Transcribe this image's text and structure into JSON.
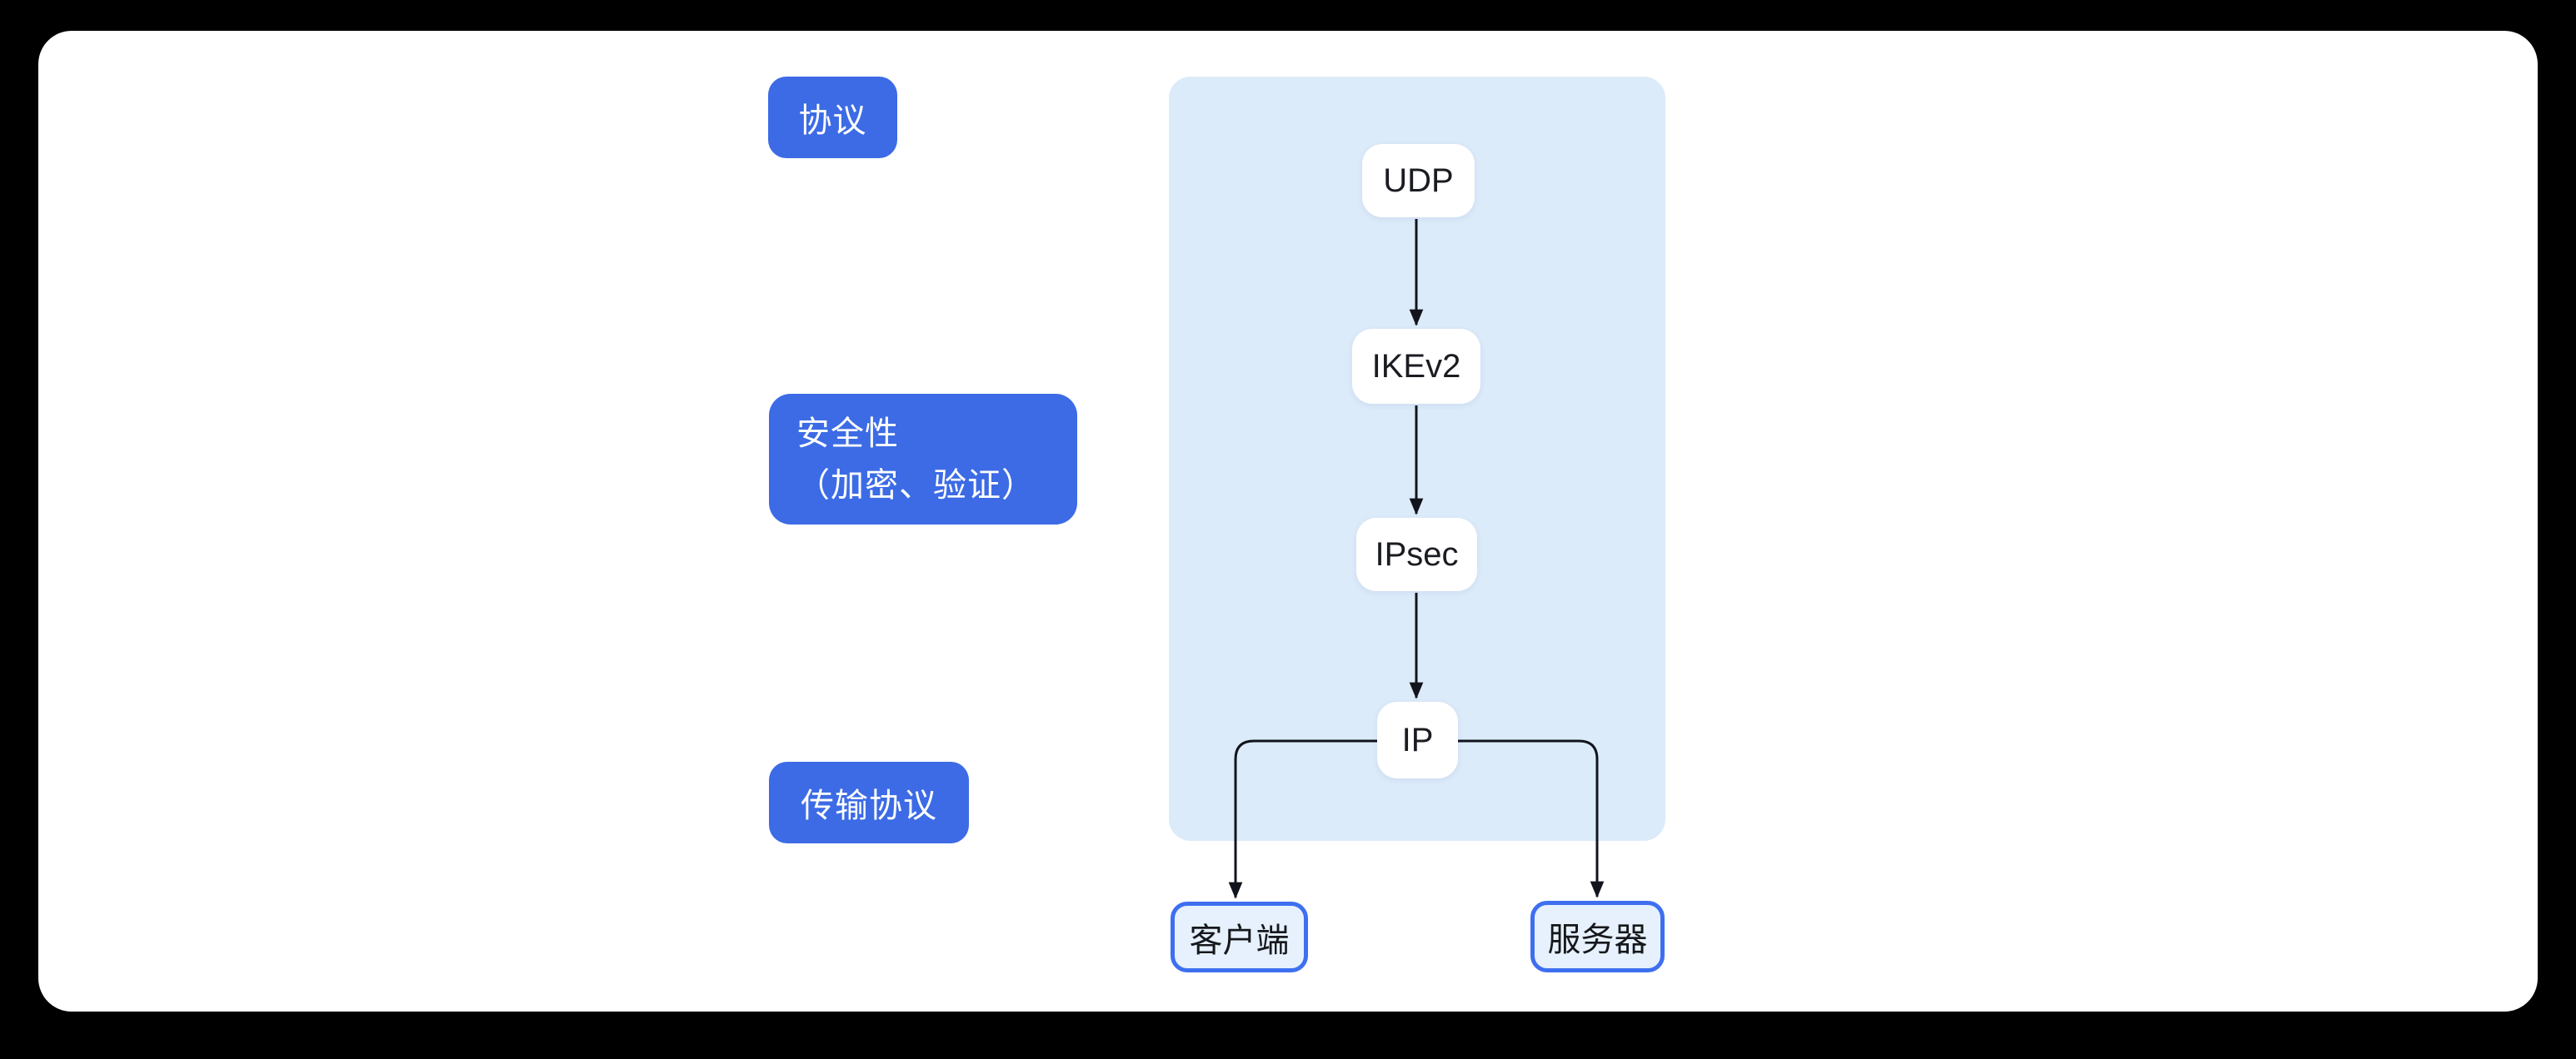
{
  "labels": {
    "protocol": "协议",
    "security_line1": "安全性",
    "security_line2": "（加密、验证）",
    "transport": "传输协议"
  },
  "flow": {
    "nodes": {
      "udp": "UDP",
      "ikev2": "IKEv2",
      "ipsec": "IPsec",
      "ip": "IP"
    }
  },
  "endpoints": {
    "client": "客户端",
    "server": "服务器"
  },
  "colors": {
    "background": "#000000",
    "card": "#FFFFFF",
    "label_pill_blue": "#3C6BE5",
    "label_text": "#FFFFFF",
    "panel_light_blue": "#DCEBFA",
    "node_fill": "#FFFFFF",
    "node_text": "#1A1C21",
    "endpoint_fill": "#E6F1FD",
    "endpoint_border": "#3E6FF0",
    "connector": "#12141D"
  }
}
